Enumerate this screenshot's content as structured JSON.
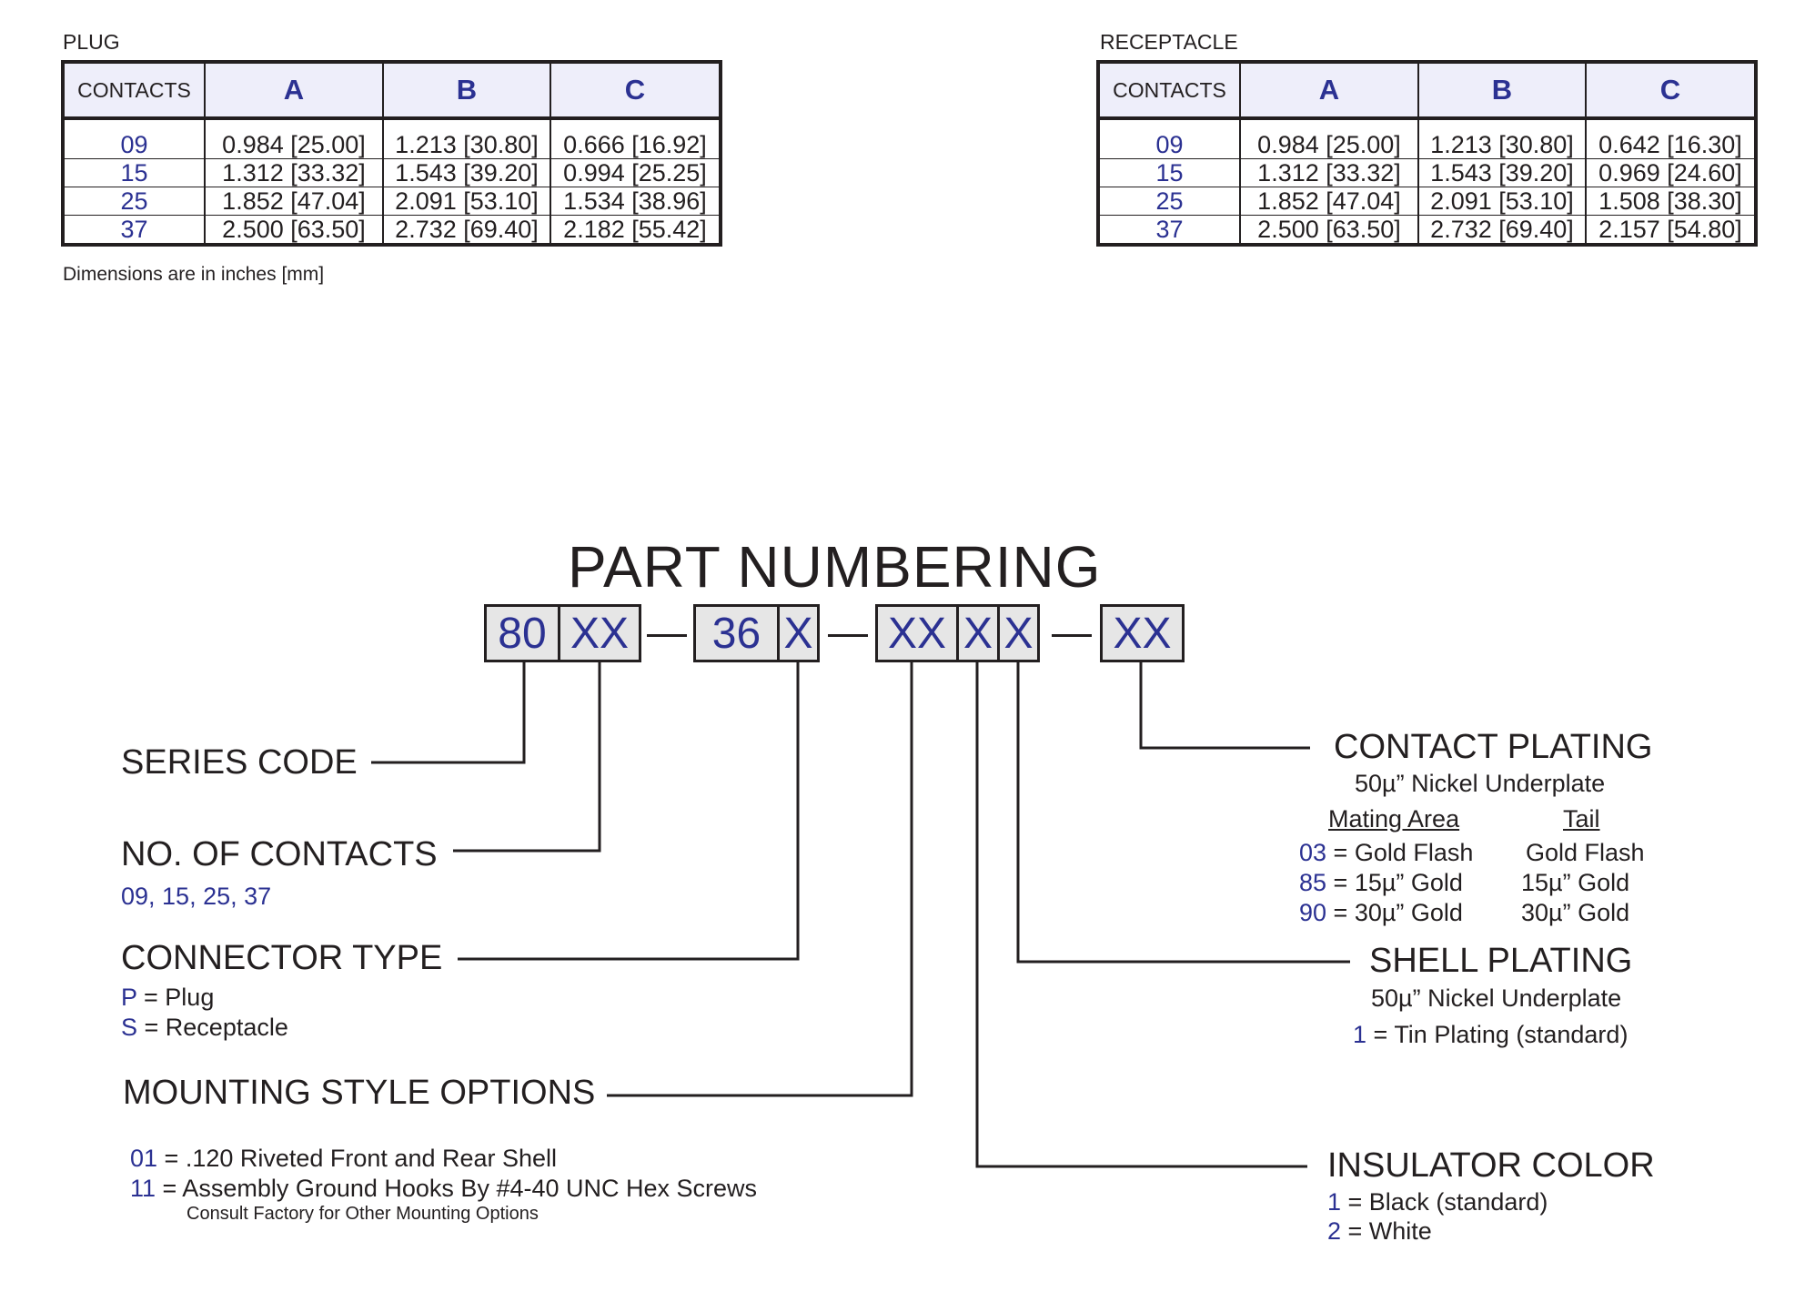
{
  "plug_table": {
    "title": "PLUG",
    "headers": [
      "CONTACTS",
      "A",
      "B",
      "C"
    ],
    "rows": [
      [
        "09",
        "0.984 [25.00]",
        "1.213 [30.80]",
        "0.666 [16.92]"
      ],
      [
        "15",
        "1.312 [33.32]",
        "1.543 [39.20]",
        "0.994 [25.25]"
      ],
      [
        "25",
        "1.852 [47.04]",
        "2.091 [53.10]",
        "1.534 [38.96]"
      ],
      [
        "37",
        "2.500 [63.50]",
        "2.732 [69.40]",
        "2.182 [55.42]"
      ]
    ],
    "note": "Dimensions are in inches  [mm]"
  },
  "receptacle_table": {
    "title": "RECEPTACLE",
    "headers": [
      "CONTACTS",
      "A",
      "B",
      "C"
    ],
    "rows": [
      [
        "09",
        "0.984 [25.00]",
        "1.213 [30.80]",
        "0.642 [16.30]"
      ],
      [
        "15",
        "1.312 [33.32]",
        "1.543 [39.20]",
        "0.969 [24.60]"
      ],
      [
        "25",
        "1.852 [47.04]",
        "2.091 [53.10]",
        "1.508 [38.30]"
      ],
      [
        "37",
        "2.500 [63.50]",
        "2.732 [69.40]",
        "2.157 [54.80]"
      ]
    ]
  },
  "part_numbering": {
    "title": "PART NUMBERING",
    "boxes": [
      "80",
      "XX",
      "36",
      "X",
      "XX",
      "X",
      "X",
      "XX"
    ],
    "series_code": {
      "label": "SERIES CODE"
    },
    "contacts": {
      "label": "NO. OF CONTACTS",
      "values": "09, 15, 25, 37"
    },
    "connector_type": {
      "label": "CONNECTOR TYPE",
      "options": [
        {
          "code": "P",
          "text": " = Plug"
        },
        {
          "code": "S",
          "text": " = Receptacle"
        }
      ]
    },
    "mounting": {
      "label": "MOUNTING STYLE OPTIONS",
      "options": [
        {
          "code": "01",
          "text": " = .120 Riveted Front and Rear Shell"
        },
        {
          "code": "11",
          "text": " = Assembly Ground Hooks By #4-40 UNC Hex Screws"
        }
      ],
      "note": "Consult Factory for Other Mounting Options"
    },
    "contact_plating": {
      "label": "CONTACT PLATING",
      "underplate": "50µ” Nickel Underplate",
      "col_mating": "Mating Area",
      "col_tail": "Tail",
      "options": [
        {
          "code": "03",
          "mating": " = Gold Flash",
          "tail": "Gold Flash"
        },
        {
          "code": "85",
          "mating": " = 15µ” Gold",
          "tail": "15µ” Gold"
        },
        {
          "code": "90",
          "mating": " = 30µ” Gold",
          "tail": "30µ” Gold"
        }
      ]
    },
    "shell_plating": {
      "label": "SHELL PLATING",
      "underplate": "50µ” Nickel Underplate",
      "options": [
        {
          "code": "1",
          "text": " = Tin Plating (standard)"
        }
      ]
    },
    "insulator_color": {
      "label": "INSULATOR COLOR",
      "options": [
        {
          "code": "1",
          "text": " = Black (standard)"
        },
        {
          "code": "2",
          "text": " = White"
        }
      ]
    }
  },
  "colors": {
    "code_blue": "#2b3192",
    "box_fill": "#e6e6e6",
    "header_fill": "#eeeefa",
    "ink": "#231f20"
  }
}
